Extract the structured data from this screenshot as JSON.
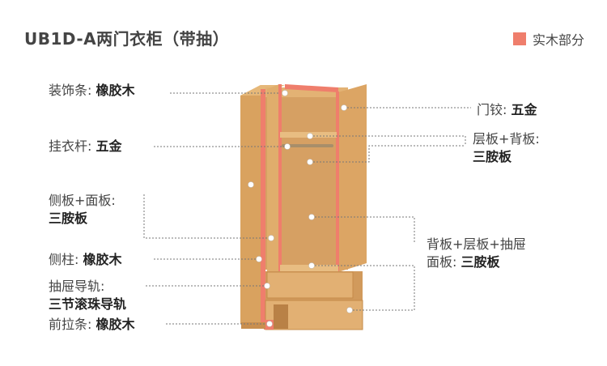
{
  "title": "UB1D-A两门衣柜（带抽）",
  "legend": {
    "label": "实木部分",
    "color": "#ef7e6c"
  },
  "colors": {
    "wood": "#dba565",
    "wood_dark": "#c98f4f",
    "wood_light": "#e8bd82",
    "solid": "#ef7e6c",
    "line": "#777777"
  },
  "labels": {
    "trim_l": "装饰条:",
    "trim_v": "橡胶木",
    "rod_l": "挂衣杆:",
    "rod_v": "五金",
    "side_l": "侧板+面板:",
    "side_v": "三胺板",
    "post_l": "侧柱:",
    "post_v": "橡胶木",
    "rail_l": "抽屉导轨:",
    "rail_v": "三节滚珠导轨",
    "pull_l": "前拉条:",
    "pull_v": "橡胶木",
    "hinge_l": "门铰:",
    "hinge_v": "五金",
    "shelf_l": "层板+背板:",
    "shelf_v": "三胺板",
    "back_l1": "背板+层板+抽屉",
    "back_l2": "面板:",
    "back_v": "三胺板"
  }
}
